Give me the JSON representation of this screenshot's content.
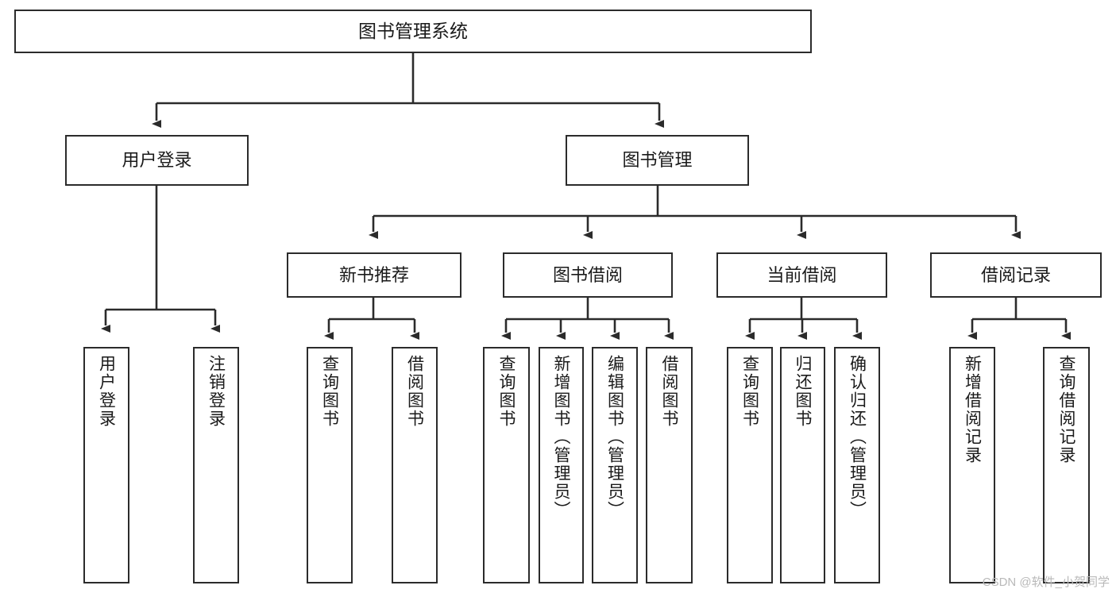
{
  "diagram": {
    "title": "图书管理系统",
    "type": "tree-hierarchy-diagram",
    "colors": {
      "box_border": "#2b2b2b",
      "box_fill": "#ffffff",
      "connector": "#2b2b2b",
      "text": "#1a1a1a",
      "watermark": "#b9b9b9"
    },
    "nodes": {
      "root": {
        "label": "图书管理系统"
      },
      "level2": [
        {
          "label": "用户登录"
        },
        {
          "label": "图书管理"
        }
      ],
      "level3": [
        {
          "label": "新书推荐"
        },
        {
          "label": "图书借阅"
        },
        {
          "label": "当前借阅"
        },
        {
          "label": "借阅记录"
        }
      ],
      "leaves_user_login": [
        {
          "label": "用户登录"
        },
        {
          "label": "注销登录"
        }
      ],
      "leaves_new_book": [
        {
          "label": "查询图书"
        },
        {
          "label": "借阅图书"
        }
      ],
      "leaves_borrow": [
        {
          "label": "查询图书"
        },
        {
          "label": "新增图书（管理员）"
        },
        {
          "label": "编辑图书（管理员）"
        },
        {
          "label": "借阅图书"
        }
      ],
      "leaves_current": [
        {
          "label": "查询图书"
        },
        {
          "label": "归还图书"
        },
        {
          "label": "确认归还（管理员）"
        }
      ],
      "leaves_records": [
        {
          "label": "新增借阅记录"
        },
        {
          "label": "查询借阅记录"
        }
      ]
    },
    "watermark": "CSDN @软件_小贺同学"
  }
}
